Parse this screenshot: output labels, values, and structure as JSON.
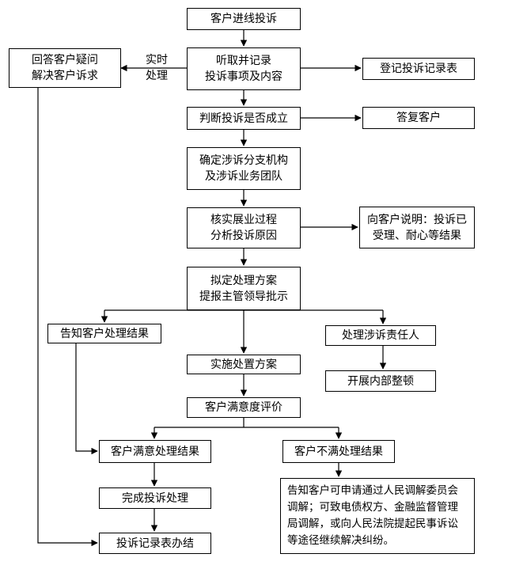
{
  "nodes": {
    "start": "客户进线投诉",
    "listen": "听取并记录\n投诉事项及内容",
    "answer": "回答客户疑问\n解决客户诉求",
    "register": "登记投诉记录表",
    "judge": "判断投诉是否成立",
    "reply": "答复客户",
    "confirm": "确定涉诉分支机构\n及涉诉业务团队",
    "verify": "核实展业过程\n分析投诉原因",
    "explain": "向客户说明：投诉已\n受理、耐心等结果",
    "plan": "拟定处理方案\n提报主管领导批示",
    "notify": "告知客户处理结果",
    "handle_person": "处理涉诉责任人",
    "implement": "实施处置方案",
    "rectify": "开展内部整顿",
    "evaluate": "客户满意度评价",
    "satisfied": "客户满意处理结果",
    "unsatisfied": "客户不满处理结果",
    "complete": "完成投诉处理",
    "advise": "告知客户可申请通过人民调解委员会调解；可致电债权方、金融监督管理局调解，或向人民法院提起民事诉讼等途径继续解决纠纷。",
    "archive": "投诉记录表办结"
  },
  "edge_labels": {
    "realtime": "实时\n处理"
  }
}
